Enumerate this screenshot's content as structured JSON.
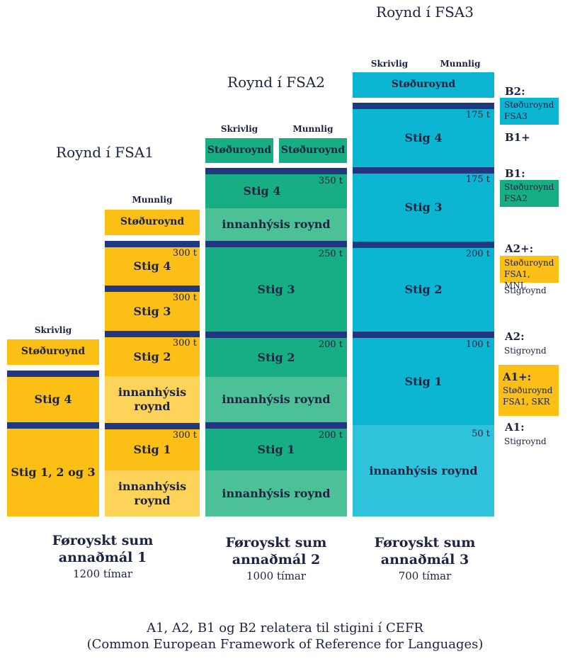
{
  "fsa1": {
    "roynd_title": "Roynd í FSA1",
    "skrivlig": "Skrivlig",
    "munnlig": "Munnlig",
    "stoduroynd": "Støðuroynd",
    "col1": {
      "stig4": "Stig 4",
      "stig123": "Stig 1, 2 og 3"
    },
    "col2": {
      "stoduroynd": "Støðuroynd",
      "stig4": "Stig 4",
      "stig4_hrs": "300 t",
      "stig3": "Stig 3",
      "stig3_hrs": "300 t",
      "stig2": "Stig 2",
      "stig2_hrs": "300 t",
      "innanhysis1": "innanhýsis roynd",
      "stig1": "Stig 1",
      "stig1_hrs": "300 t",
      "innanhysis2": "innanhýsis roynd"
    },
    "footer_title": "Føroyskt sum annaðmál 1",
    "footer_hours": "1200 tímar"
  },
  "fsa2": {
    "roynd_title": "Roynd í FSA2",
    "skrivlig": "Skrivlig",
    "munnlig": "Munnlig",
    "stoduroynd_left": "Støðuroynd",
    "stoduroynd_right": "Støðuroynd",
    "stig4": "Stig 4",
    "stig4_hrs": "350 t",
    "innanhysis_top": "innanhýsis roynd",
    "stig3": "Stig 3",
    "stig3_hrs": "250 t",
    "stig2": "Stig 2",
    "stig2_hrs": "200 t",
    "innanhysis_mid": "innanhýsis roynd",
    "stig1": "Stig 1",
    "stig1_hrs": "200 t",
    "innanhysis_bot": "innanhýsis roynd",
    "footer_title": "Føroyskt sum annaðmál 2",
    "footer_hours": "1000 tímar"
  },
  "fsa3": {
    "roynd_title": "Roynd í FSA3",
    "skrivlig": "Skrivlig",
    "munnlig": "Munnlig",
    "stoduroynd": "Støðuroynd",
    "stig4": "Stig 4",
    "stig4_hrs": "175 t",
    "stig3": "Stig 3",
    "stig3_hrs": "175 t",
    "stig2": "Stig 2",
    "stig2_hrs": "200 t",
    "stig1": "Stig 1",
    "stig1_hrs": "100 t",
    "innanhysis": "innanhýsis roynd",
    "innanhysis_hrs": "50 t",
    "footer_title": "Føroyskt sum annaðmál 3",
    "footer_hours": "700 tímar"
  },
  "levels": {
    "b2": "B2:",
    "b2_note1": "Støðuroynd",
    "b2_note2": "FSA3",
    "b1plus": "B1+",
    "b1": "B1:",
    "b1_note1": "Støðuroynd",
    "b1_note2": "FSA2",
    "a2plus": "A2+:",
    "a2plus_note1": "Støðuroynd",
    "a2plus_note2": "FSA1, MNL",
    "a2plus_note3": "Stigroynd",
    "a2": "A2:",
    "a2_note": "Stigroynd",
    "a1plus": "A1+:",
    "a1plus_note1": "Støðuroynd",
    "a1plus_note2": "FSA1, SKR",
    "a1": "A1:",
    "a1_note": "Stigroynd"
  },
  "footnote": {
    "line1": "A1, A2, B1 og B2 relatera til stigini í CEFR",
    "line2": "(Common European Framework of Reference for Languages)"
  },
  "colors": {
    "yellow": "#fbbf16",
    "light_yellow": "#fdd35a",
    "green": "#16ae82",
    "light_green": "#4cc096",
    "cyan": "#0cb6d2",
    "light_cyan": "#2ec3db",
    "navy": "#203880"
  }
}
